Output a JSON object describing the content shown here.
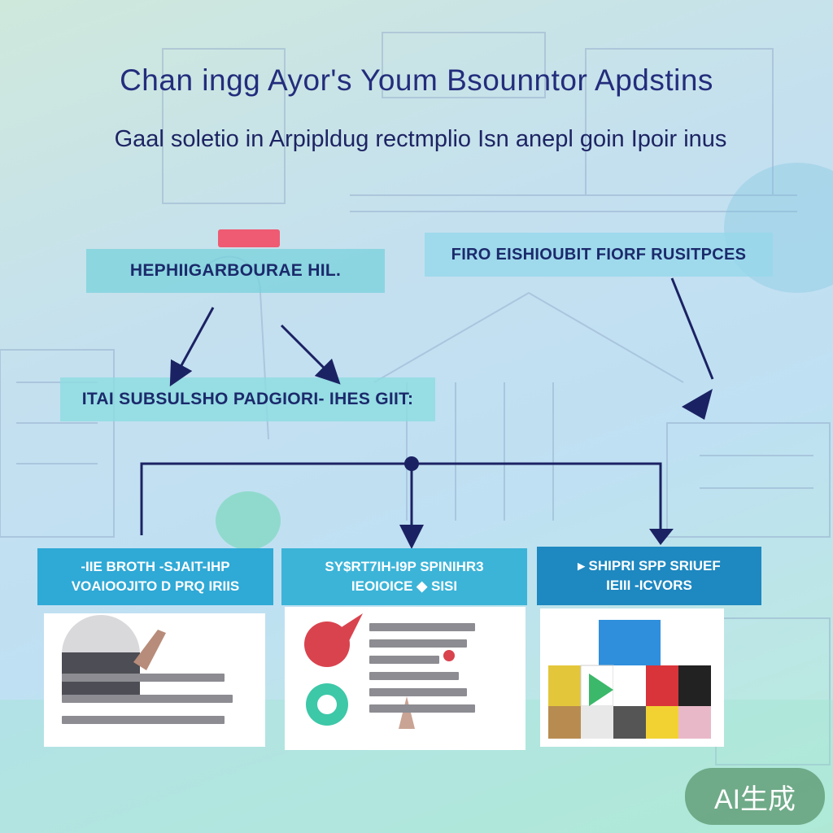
{
  "title": "Chan ingg Ayor's Youm Bsounntor Apdstins",
  "subtitle": "Gaal soletio in Arpipldug rectmplio Isn anepl goin Ipoir inus",
  "boxes": {
    "left": "HEPHIIGARBOURAE HIL.",
    "right": "FIRO EISHIOUBIT FIORF RUSITPCES",
    "mid": "ITAI SUBSULSHO PADGIORI- IHES GIIT:"
  },
  "cards": [
    {
      "line1": "-IIE BROTH -SJAIT-IHP",
      "line2": "VOAIOOJITO D PRQ IRIIS"
    },
    {
      "line1": "SY$RT7IH-I9P  SPINIHR3",
      "line2": "IEOIOICE ◆ SISI"
    },
    {
      "line1": "▸ SHIPRI SPP SRIUEF",
      "line2": "IEIII -ICVORS"
    }
  ],
  "badge": "AI生成",
  "colors": {
    "accent": "#2aa8d0",
    "title": "#232d7c",
    "arrow": "#1b2263",
    "flag": "#ee5b72"
  }
}
